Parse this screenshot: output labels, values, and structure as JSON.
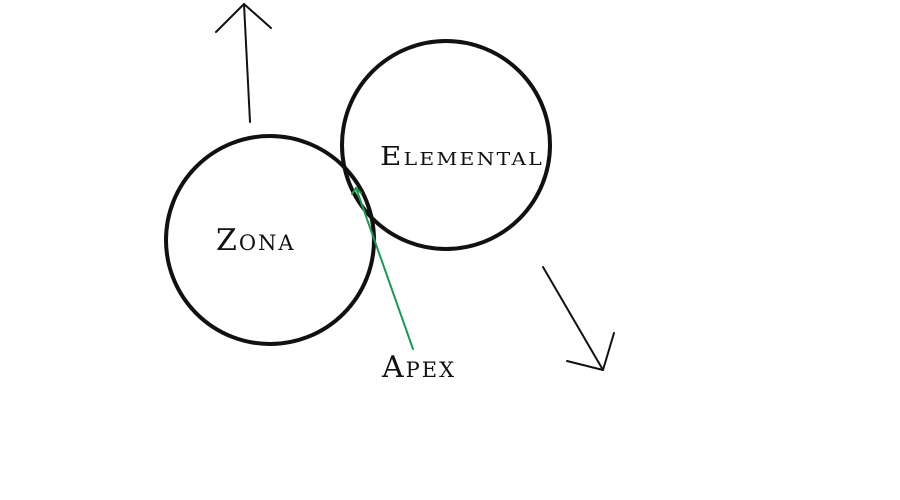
{
  "diagram": {
    "labels": {
      "zona": "Zona",
      "elemental": "Elemental",
      "apex": "Apex"
    },
    "colors": {
      "stroke": "#111111",
      "text": "#111111",
      "pointer": "#1a9a50",
      "background": "#ffffff"
    }
  }
}
